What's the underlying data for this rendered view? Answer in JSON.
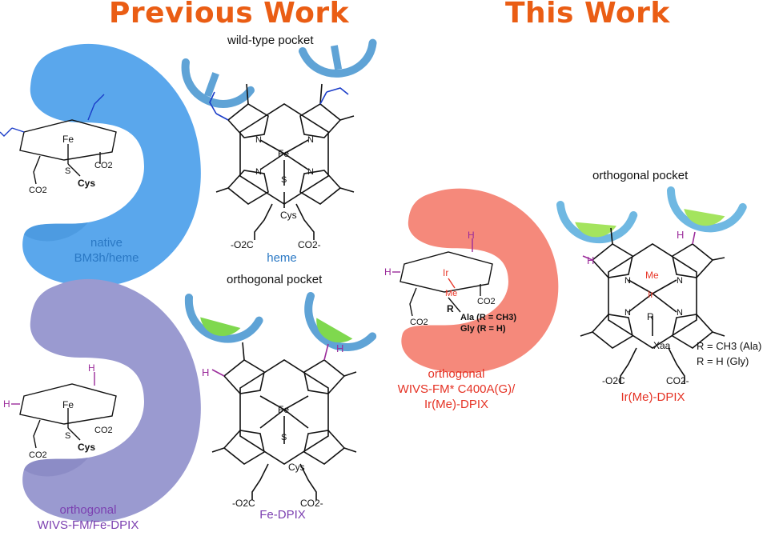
{
  "headings": {
    "previous": "Previous Work",
    "current": "This Work"
  },
  "colors": {
    "heading": "#ea5d14",
    "native_protein": "#5aa7ec",
    "fedpix_protein": "#9a9ad0",
    "ir_protein": "#f5897b",
    "pocket": "#6fb1dc",
    "pocket_fill": "#7fd84e",
    "vinyl": "#1a3cc8",
    "hydrogen": "#9b2d9b",
    "metal_red": "#e8382a",
    "caption_blue": "#2a78c4",
    "caption_purple": "#7b3fb0",
    "caption_red": "#e53224"
  },
  "pockets": {
    "wild_type": "wild-type pocket",
    "orthogonal_left": "orthogonal pocket",
    "orthogonal_right": "orthogonal pocket"
  },
  "captions": {
    "native": [
      "native",
      "BM3h/heme"
    ],
    "heme": "heme",
    "orthogonal_fe": [
      "orthogonal",
      "WIVS-FM/Fe-DPIX"
    ],
    "fe_dpix": "Fe-DPIX",
    "orthogonal_ir": [
      "orthogonal",
      "WIVS-FM* C400A(G)/",
      "Ir(Me)-DPIX"
    ],
    "ir_dpix": "Ir(Me)-DPIX"
  },
  "chem": {
    "fe": "Fe",
    "ir": "Ir",
    "n": "N",
    "s": "S",
    "cys": "Cys",
    "me": "Me",
    "h": "H",
    "r": "R",
    "xaa": "Xaa",
    "co2": "CO2",
    "co2_left": "-O2C",
    "co2_right": "CO2-",
    "ala": "Ala (R = CH3)",
    "gly": "Gly (R = H)",
    "r_ala": "R = CH3 (Ala)",
    "r_gly": "R = H (Gly)"
  }
}
